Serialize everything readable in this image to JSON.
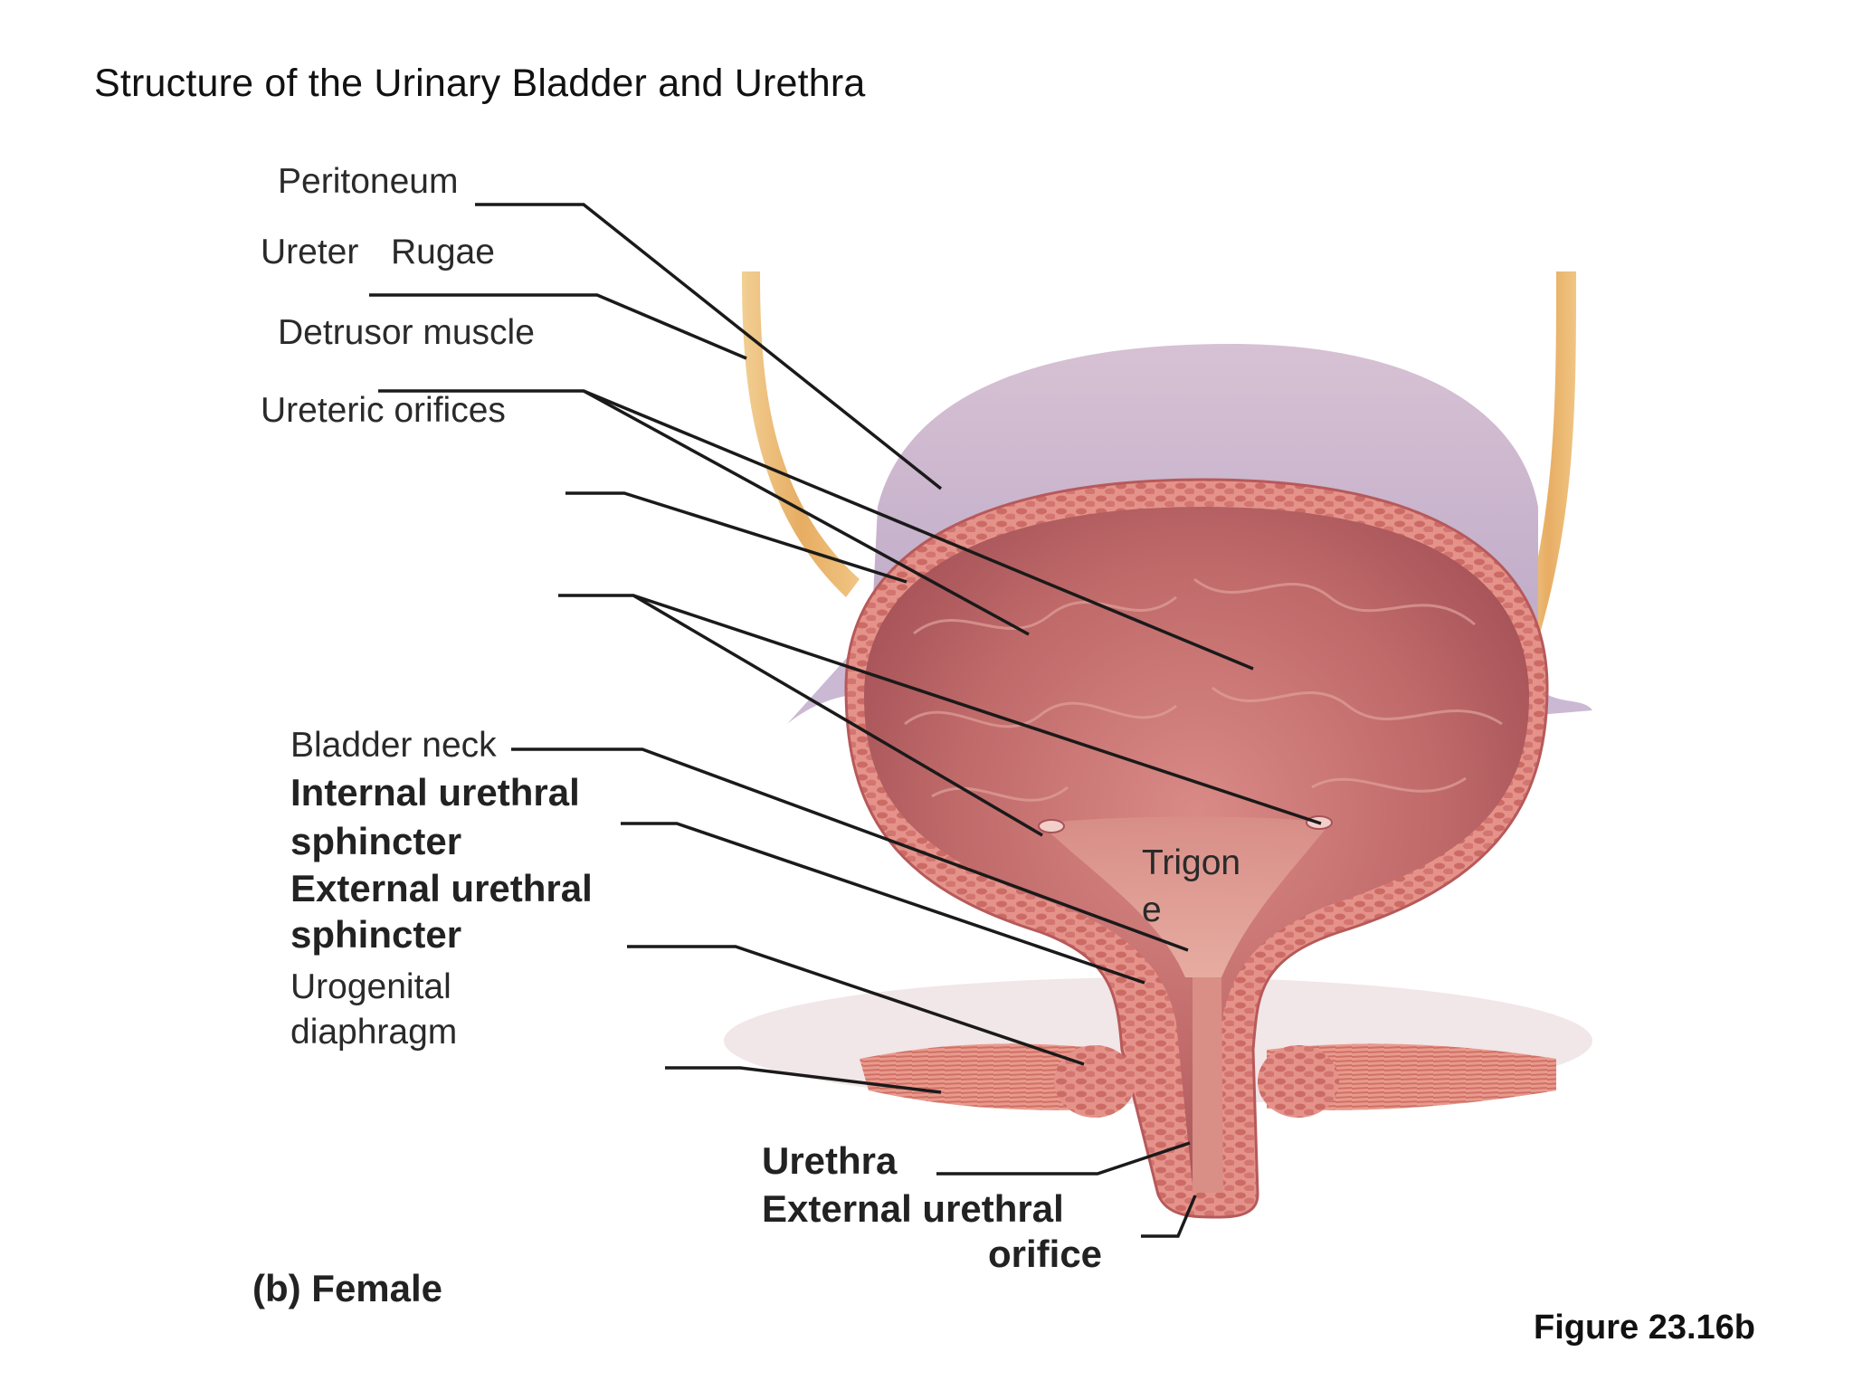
{
  "title": "Structure of the Urinary Bladder and Urethra",
  "labels": {
    "peritoneum": "Peritoneum",
    "ureter": "Ureter",
    "rugae": "Rugae",
    "detrusor": "Detrusor muscle",
    "ureteric_orifices": "Ureteric orifices",
    "bladder_neck": "Bladder neck",
    "internal_sphincter_1": "Internal urethral",
    "internal_sphincter_2": "sphincter",
    "external_sphincter_1": "External urethral",
    "external_sphincter_2": "sphincter",
    "urogenital_1": "Urogenital",
    "urogenital_2": "diaphragm",
    "trigone_1": "Trigon",
    "trigone_2": "e",
    "urethra": "Urethra",
    "ext_orifice_1": "External urethral",
    "ext_orifice_2": "orifice"
  },
  "caption": "(b) Female",
  "figure": "Figure 23.16b",
  "colors": {
    "ureter": "#e9b571",
    "peritoneum": "#c9b6d3",
    "wall": "#e58f86",
    "lumen": "#c46b6a",
    "leader": "#1a1a1a"
  }
}
